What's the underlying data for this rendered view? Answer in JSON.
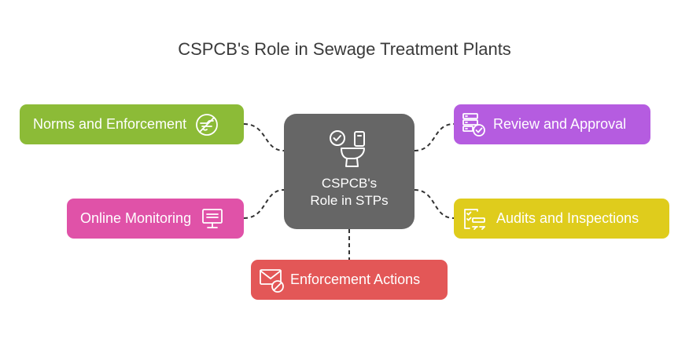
{
  "title": "CSPCB's Role in Sewage Treatment Plants",
  "center": {
    "line1": "CSPCB's",
    "line2": "Role in STPs",
    "color": "#666666"
  },
  "nodes": {
    "norms": {
      "label": "Norms and Enforcement",
      "color": "#8cbb37",
      "icon": "no-discharge-icon"
    },
    "online": {
      "label": "Online Monitoring",
      "color": "#e052a8",
      "icon": "monitor-icon"
    },
    "review": {
      "label": "Review and Approval",
      "color": "#b55ce0",
      "icon": "server-check-icon"
    },
    "audits": {
      "label": "Audits and Inspections",
      "color": "#dfcc1c",
      "icon": "checklist-icon"
    },
    "actions": {
      "label": "Enforcement Actions",
      "color": "#e35757",
      "icon": "mail-blocked-icon"
    }
  }
}
